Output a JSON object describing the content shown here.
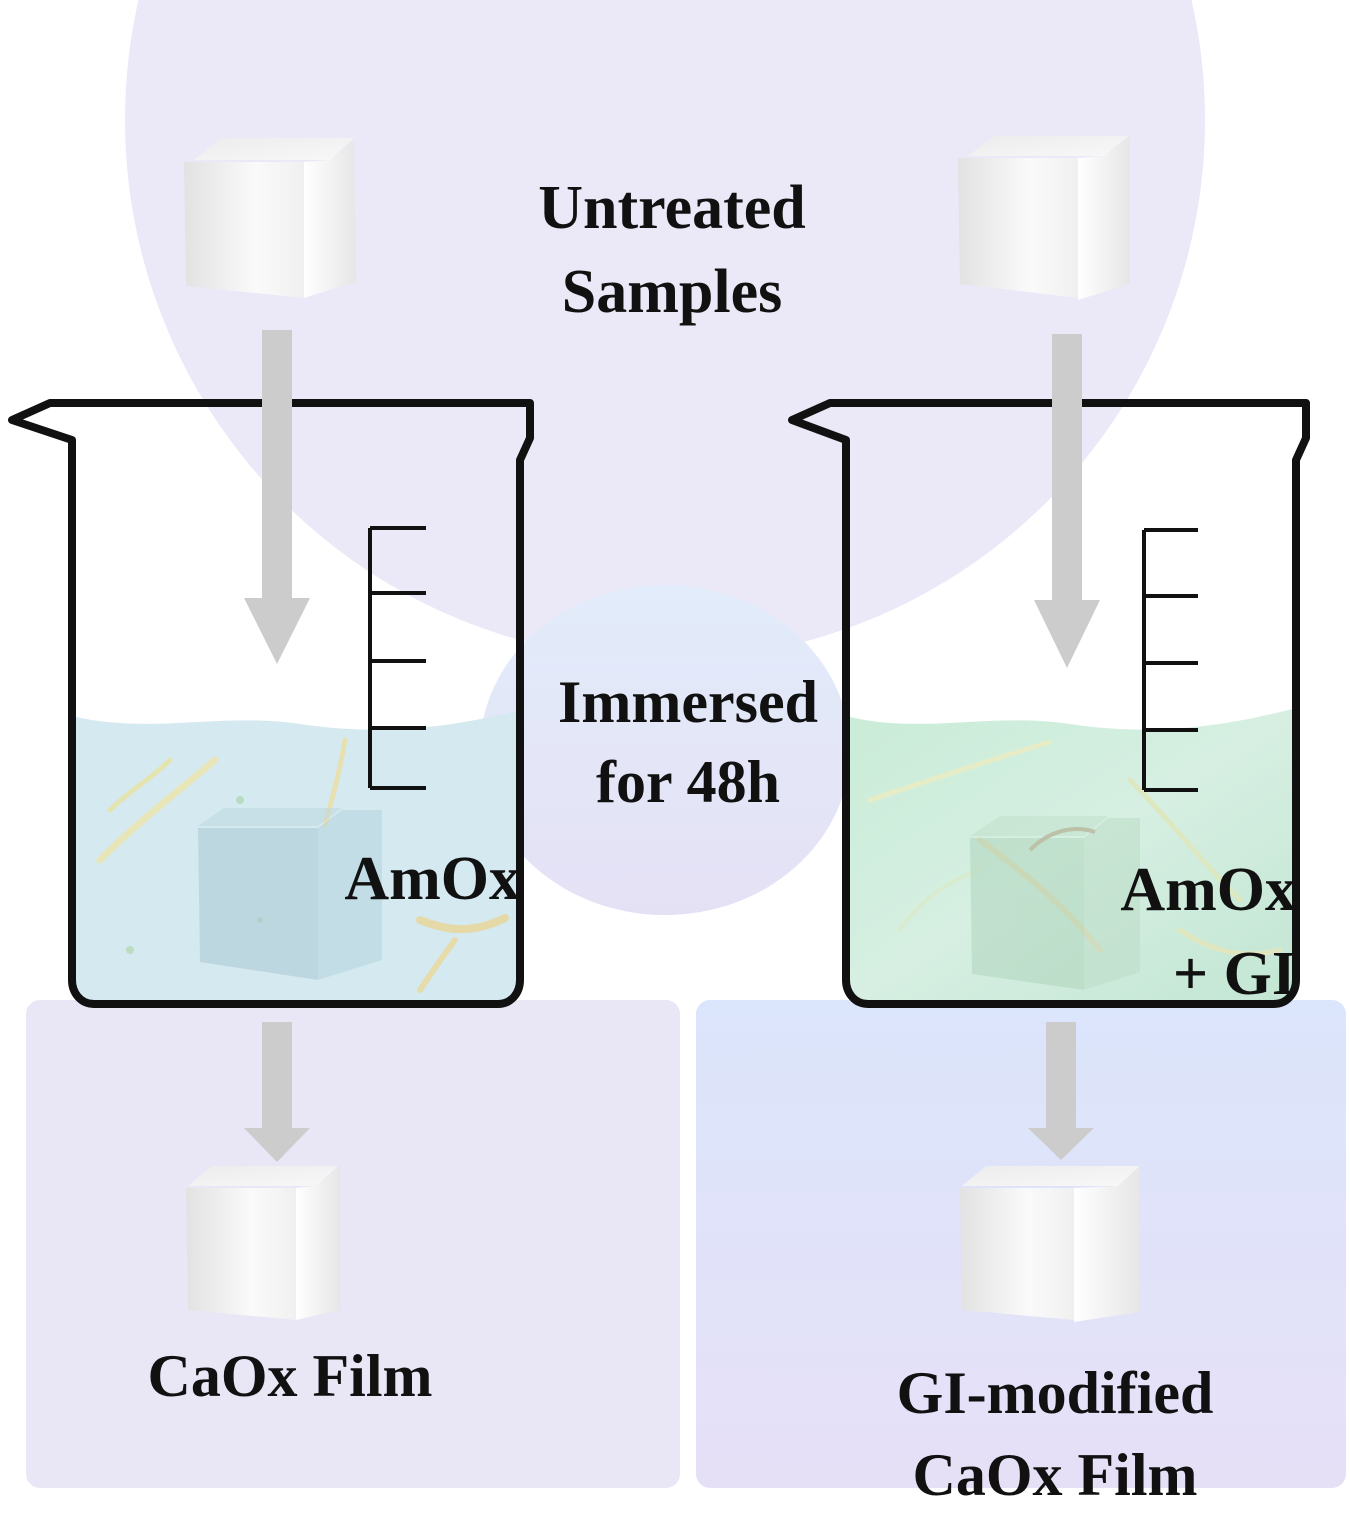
{
  "labels": {
    "untreated_line1": "Untreated",
    "untreated_line2": "Samples",
    "immersed_line1": "Immersed",
    "immersed_line2": "for 48h",
    "amox_left": "AmOx",
    "amox_right_line1": "AmOx",
    "amox_right_line2": "+ GI",
    "result_left": "CaOx Film",
    "result_right_line1": "GI-modified",
    "result_right_line2": "CaOx Film"
  },
  "colors": {
    "top_circle": "#ebe8f7",
    "center_ellipse": "#dfe6f7",
    "left_panel": "#e9e6f6",
    "right_panel_top": "#dbe5fb",
    "right_panel_bottom": "#e6e0f7",
    "left_solution": "#d5e9f0",
    "right_solution": "#cdebdc",
    "beaker_outline": "#111111",
    "arrow": "#cccccc",
    "text": "#111111"
  },
  "icons": {
    "sample_block": "white-cube-icon",
    "flow_arrow": "down-arrow-icon",
    "container": "beaker-icon",
    "measurement": "graduation-scale-icon"
  }
}
